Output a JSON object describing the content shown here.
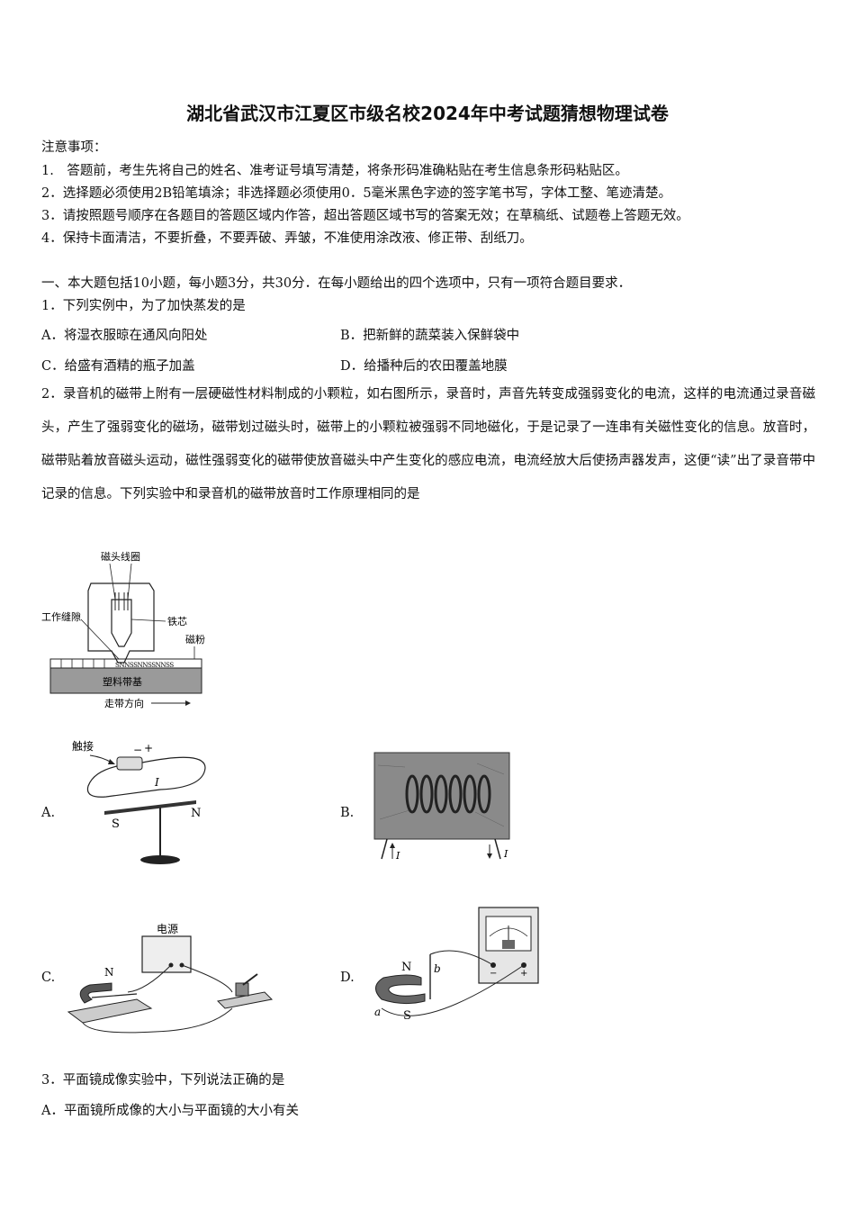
{
  "title": "湖北省武汉市江夏区市级名校2024年中考试题猜想物理试卷",
  "notice": {
    "heading": "注意事项：",
    "items": [
      "1.　答题前，考生先将自己的姓名、准考证号填写清楚，将条形码准确粘贴在考生信息条形码粘贴区。",
      "2．选择题必须使用2B铅笔填涂；非选择题必须使用0．5毫米黑色字迹的签字笔书写，字体工整、笔迹清楚。",
      "3．请按照题号顺序在各题目的答题区域内作答，超出答题区域书写的答案无效；在草稿纸、试题卷上答题无效。",
      "4．保持卡面清洁，不要折叠，不要弄破、弄皱，不准使用涂改液、修正带、刮纸刀。"
    ]
  },
  "section1": "一、本大题包括10小题，每小题3分，共30分．在每小题给出的四个选项中，只有一项符合题目要求．",
  "q1": {
    "stem": "1．下列实例中，为了加快蒸发的是",
    "A": "A．将湿衣服晾在通风向阳处",
    "B": "B．把新鲜的蔬菜装入保鲜袋中",
    "C": "C．给盛有酒精的瓶子加盖",
    "D": "D．给播种后的农田覆盖地膜"
  },
  "q2": {
    "stem": "2．录音机的磁带上附有一层硬磁性材料制成的小颗粒，如右图所示，录音时，声音先转变成强弱变化的电流，这样的电流通过录音磁头，产生了强弱变化的磁场，磁带划过磁头时，磁带上的小颗粒被强弱不同地磁化，于是记录了一连串有关磁性变化的信息。放音时，磁带贴着放音磁头运动，磁性强弱变化的磁带使放音磁头中产生变化的感应电流，电流经放大后使扬声器发声，这便“读”出了录音带中记录的信息。下列实验中和录音机的磁带放音时工作原理相同的是",
    "figure": {
      "coil_label": "磁头线圈",
      "gap_label": "工作缝隙",
      "core_label": "铁芯",
      "powder_label": "磁粉",
      "tape_label": "塑料带基",
      "dir_label": "走带方向",
      "poles": "SNNSSNNSSNNSS"
    },
    "optA": {
      "letter": "A.",
      "touch": "触接",
      "current": "I",
      "s": "S",
      "n": "N",
      "minus": "−",
      "plus": "+"
    },
    "optB": {
      "letter": "B.",
      "i1": "I",
      "i2": "I"
    },
    "optC": {
      "letter": "C.",
      "power": "电源",
      "n": "N"
    },
    "optD": {
      "letter": "D.",
      "n": "N",
      "s": "S",
      "a": "a",
      "b": "b"
    }
  },
  "q3": {
    "stem": "3．平面镜成像实验中，下列说法正确的是",
    "A": "A．平面镜所成像的大小与平面镜的大小有关"
  }
}
